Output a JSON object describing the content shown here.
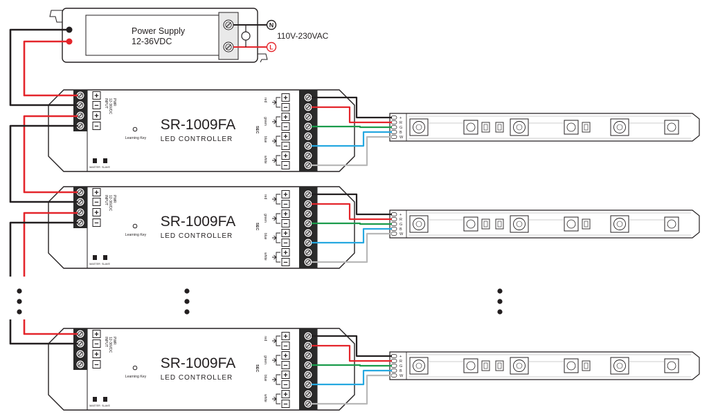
{
  "power_supply": {
    "title": "Power Supply",
    "voltage": "12-36VDC",
    "ac_input": "110V-230VAC",
    "neutral_symbol": "N",
    "live_symbol": "L"
  },
  "controller": {
    "model": "SR-1009FA",
    "subtitle": "LED CONTROLLER",
    "learning_key": "Learning Key",
    "master": "MASTER",
    "slave": "SLAVE",
    "input_label": [
      "INPUT",
      "12-36VDC",
      "PWR"
    ],
    "input_terminals": [
      "+",
      "−",
      "+",
      "−"
    ],
    "output_section": "SEC",
    "channels": [
      "red",
      "green",
      "blue",
      "white"
    ],
    "output_terminals": [
      "+",
      "−",
      "+",
      "−",
      "+",
      "−",
      "+",
      "−"
    ]
  },
  "led_strip": {
    "pads": [
      "+",
      "R",
      "G",
      "B",
      "W"
    ]
  },
  "colors": {
    "black_wire": "#231f20",
    "red_wire": "#e4252b",
    "green_wire": "#1a9b4b",
    "blue_wire": "#25a8e0",
    "white_wire": "#b8b8b8",
    "outline": "#231f20"
  }
}
